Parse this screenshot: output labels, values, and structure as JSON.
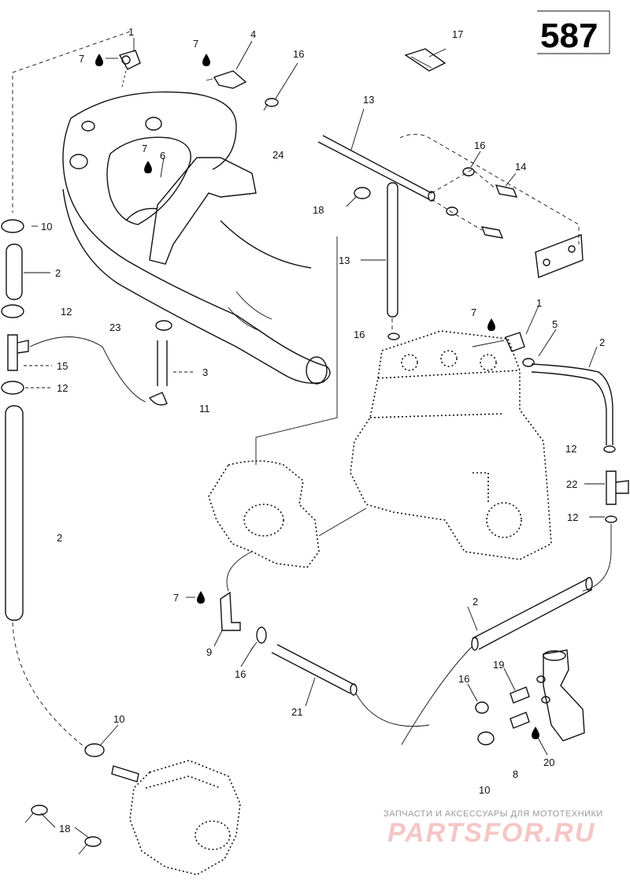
{
  "page_number": "587",
  "watermark": {
    "caption": "ЗАПЧАСТИ И АКСЕССУАРЫ ДЛЯ МОТОТЕХНИКИ",
    "brand": "PARTSFOR.RU"
  },
  "callouts": [
    {
      "label": "1"
    },
    {
      "label": "7"
    },
    {
      "label": "7"
    },
    {
      "label": "4"
    },
    {
      "label": "16"
    },
    {
      "label": "17"
    },
    {
      "label": "13"
    },
    {
      "label": "24"
    },
    {
      "label": "7"
    },
    {
      "label": "6"
    },
    {
      "label": "16"
    },
    {
      "label": "14"
    },
    {
      "label": "18"
    },
    {
      "label": "10"
    },
    {
      "label": "13"
    },
    {
      "label": "2"
    },
    {
      "label": "12"
    },
    {
      "label": "23"
    },
    {
      "label": "7"
    },
    {
      "label": "1"
    },
    {
      "label": "16"
    },
    {
      "label": "5"
    },
    {
      "label": "2"
    },
    {
      "label": "15"
    },
    {
      "label": "3"
    },
    {
      "label": "12"
    },
    {
      "label": "11"
    },
    {
      "label": "12"
    },
    {
      "label": "22"
    },
    {
      "label": "12"
    },
    {
      "label": "2"
    },
    {
      "label": "7"
    },
    {
      "label": "2"
    },
    {
      "label": "9"
    },
    {
      "label": "16"
    },
    {
      "label": "19"
    },
    {
      "label": "16"
    },
    {
      "label": "21"
    },
    {
      "label": "10"
    },
    {
      "label": "20"
    },
    {
      "label": "8"
    },
    {
      "label": "10"
    },
    {
      "label": "18"
    }
  ]
}
